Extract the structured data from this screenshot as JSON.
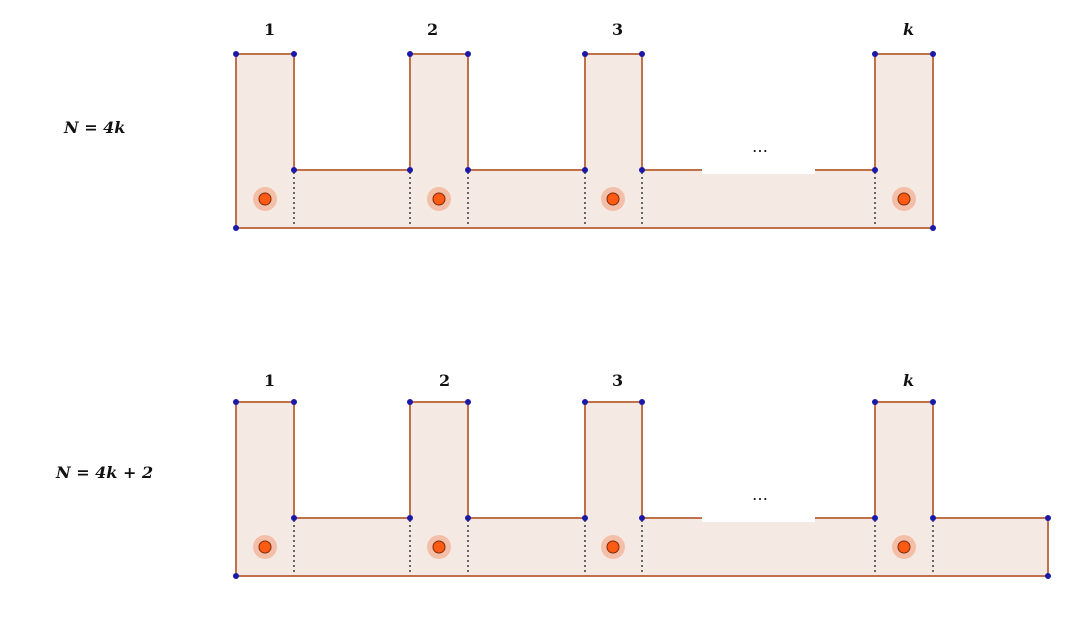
{
  "diagrams": [
    {
      "equation": "N = 4k",
      "column_labels": [
        "1",
        "2",
        "3",
        "k"
      ],
      "ellipsis": "…"
    },
    {
      "equation": "N = 4k + 2",
      "column_labels": [
        "1",
        "2",
        "3",
        "k"
      ],
      "ellipsis": "…"
    }
  ],
  "colors": {
    "fill": "#f5e9e4",
    "edge": "#c0704a",
    "vertex": "#1a1aa8",
    "dotted": "#444444",
    "guard": "#ff5a14",
    "guard_halo": "#f4bfa8"
  }
}
